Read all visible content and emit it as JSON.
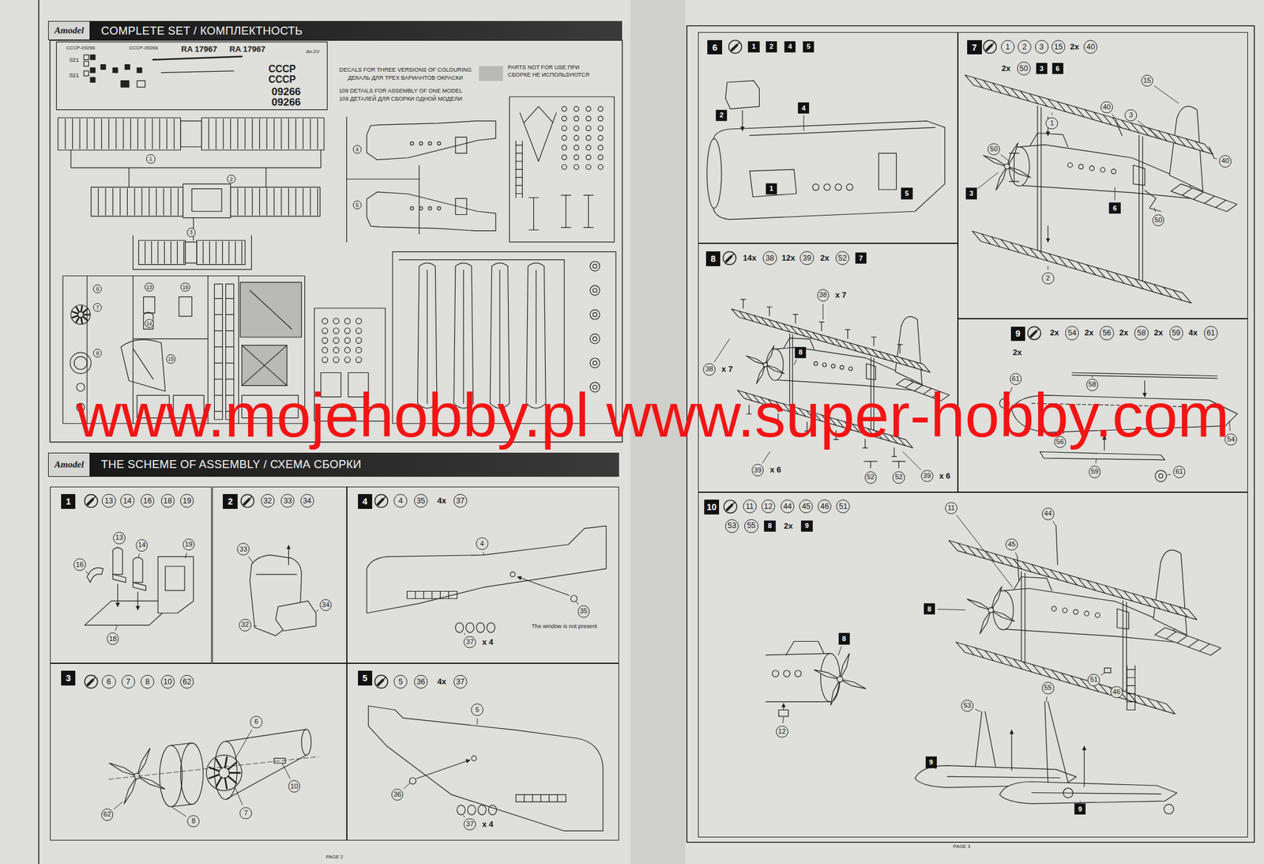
{
  "diagram": {
    "nodes": [
      {
        "text": [
          "Amodel",
          "COMPLETE SET / КОМПЛЕКТНОСТЬ"
        ]
      },
      {
        "text": [
          "Amodel",
          "THE SCHEME OF ASSEMBLY / СХЕМА СБОРКИ"
        ]
      },
      {
        "text": [
          "1"
        ]
      },
      {
        "text": [
          "2"
        ]
      },
      {
        "text": [
          "4"
        ]
      },
      {
        "text": [
          "3"
        ]
      },
      {
        "text": [
          "5"
        ]
      },
      {
        "text": [
          "6"
        ]
      },
      {
        "text": [
          "7"
        ]
      },
      {
        "text": [
          "8"
        ]
      },
      {
        "text": [
          "9"
        ]
      },
      {
        "text": [
          "10"
        ]
      }
    ],
    "labels": [
      "СССР-09266",
      "СССР-09266",
      "RA 17967",
      "RA 17967",
      "An-2V",
      "021",
      "021",
      "СССР",
      "СССР",
      "09266",
      "09266",
      "DECALS FOR THREE VERSIONS OF COLOURING",
      "ДЕКАЛЬ ДЛЯ ТРЕХ ВАРИАНТОВ ОКРАСКИ",
      "109 DETAILS FOR ASSEMBLY OF ONE MODEL",
      "109 ДЕТАЛЕЙ ДЛЯ СБОРКИ ОДНОЙ МОДЕЛИ",
      "1",
      "2",
      "3",
      "4",
      "5",
      "6",
      "7",
      "8",
      "13",
      "14",
      "15",
      "16",
      "13",
      "14",
      "16",
      "18",
      "19",
      "13",
      "14",
      "16",
      "19",
      "18",
      "32",
      "33",
      "34",
      "33",
      "34",
      "32",
      "4",
      "35",
      "4x",
      "37",
      "4",
      "35",
      "The window is not present",
      "37",
      "x 4",
      "6",
      "7",
      "8",
      "10",
      "62",
      "6",
      "7",
      "8",
      "10",
      "62",
      "5",
      "36",
      "4x",
      "37",
      "5",
      "36",
      "37",
      "x 4",
      "1",
      "2",
      "4",
      "5",
      "2",
      "4",
      "1",
      "5",
      "1",
      "2",
      "3",
      "15",
      "2x",
      "40",
      "2x",
      "50",
      "3",
      "6",
      "15",
      "3",
      "1",
      "40",
      "40",
      "50",
      "3",
      "6",
      "50",
      "2",
      "14x",
      "38",
      "12x",
      "39",
      "2x",
      "52",
      "7",
      "38",
      "x 7",
      "38",
      "x 7",
      "8",
      "39",
      "x 6",
      "39",
      "x 6",
      "52",
      "52",
      "2x",
      "54",
      "2x",
      "56",
      "2x",
      "58",
      "2x",
      "59",
      "4x",
      "61",
      "2x",
      "61",
      "58",
      "56",
      "54",
      "59",
      "61",
      "11",
      "12",
      "44",
      "45",
      "46",
      "51",
      "53",
      "55",
      "8",
      "2x",
      "9",
      "11",
      "45",
      "44",
      "8",
      "8",
      "12",
      "51",
      "46",
      "53",
      "55",
      "9",
      "9",
      "www.mojehobby.pl www.super-hobby.com",
      "PAGE 2",
      "PAGE 3"
    ],
    "legend": [
      {
        "text": "PARTS NOT FOR USE ПРИ СБОРКЕ НЕ ИСПОЛЬЗУЮТСЯ",
        "color": "#b9b9b6"
      }
    ]
  }
}
